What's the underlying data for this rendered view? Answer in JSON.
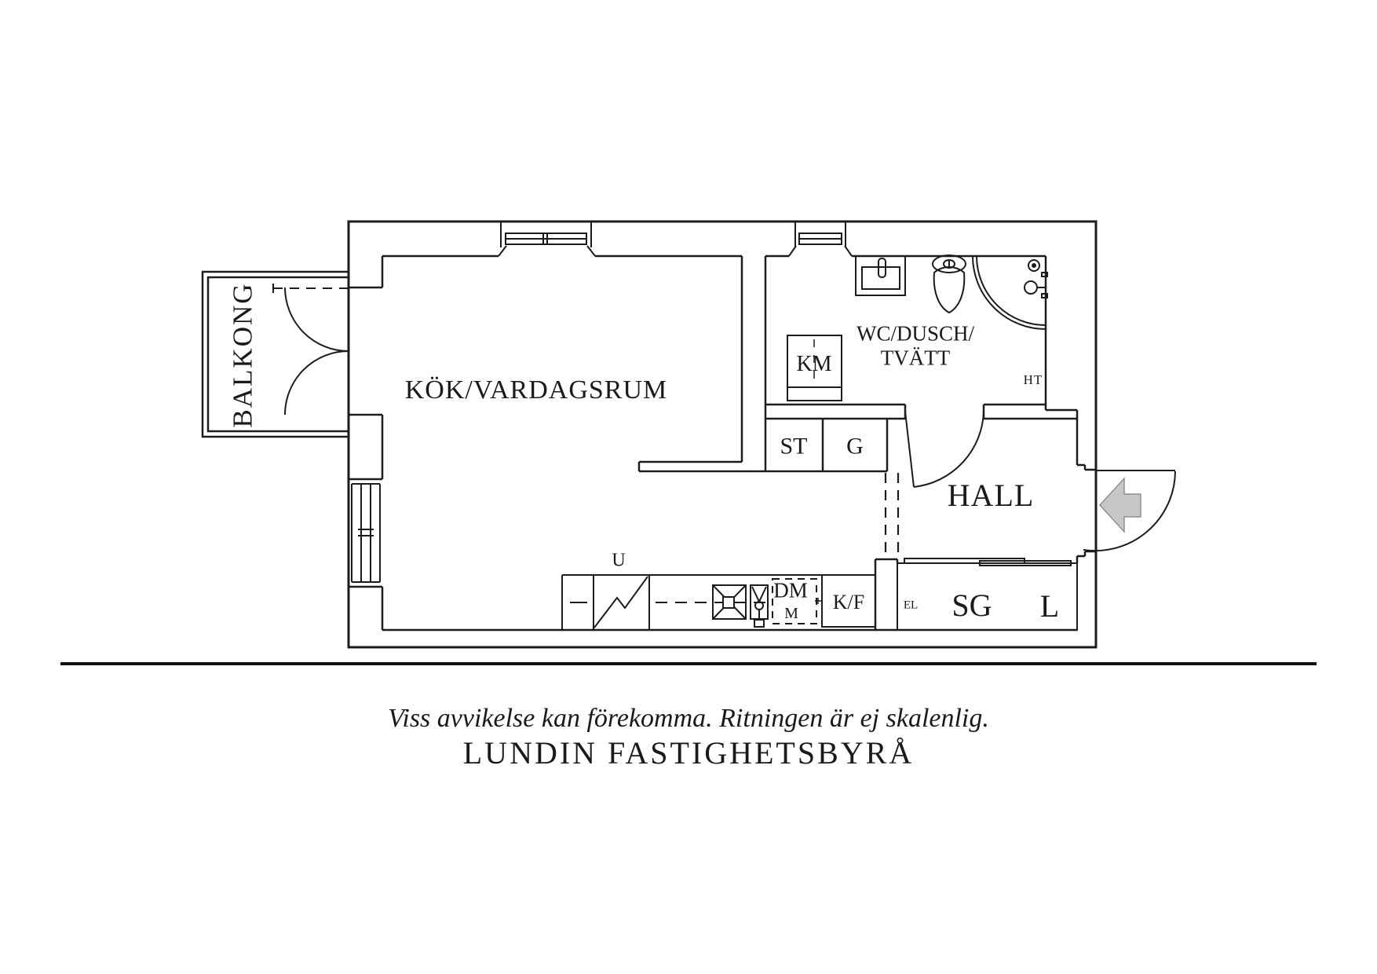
{
  "floorplan": {
    "rooms": {
      "balcony": "BALKONG",
      "kitchen_living": "KÖK/VARDAGSRUM",
      "bathroom_line1": "WC/DUSCH/",
      "bathroom_line2": "TVÄTT",
      "hall": "HALL"
    },
    "labels": {
      "washing_machine": "KM",
      "towel_dryer": "HT",
      "closet_st": "ST",
      "closet_g": "G",
      "oven": "U",
      "dishwasher": "DM",
      "microwave": "M",
      "fridge_freezer": "K/F",
      "electrical_cabinet": "EL",
      "sliding_door_wardrobe": "SG",
      "linen_closet": "L"
    },
    "colors": {
      "line": "#1c1c1c",
      "entry_arrow_fill": "#c7c7c7",
      "entry_arrow_stroke": "#8f8f8f"
    }
  },
  "footer": {
    "disclaimer": "Viss avvikelse kan förekomma. Ritningen är ej skalenlig.",
    "brand": "LUNDIN FASTIGHETSBYRÅ"
  }
}
